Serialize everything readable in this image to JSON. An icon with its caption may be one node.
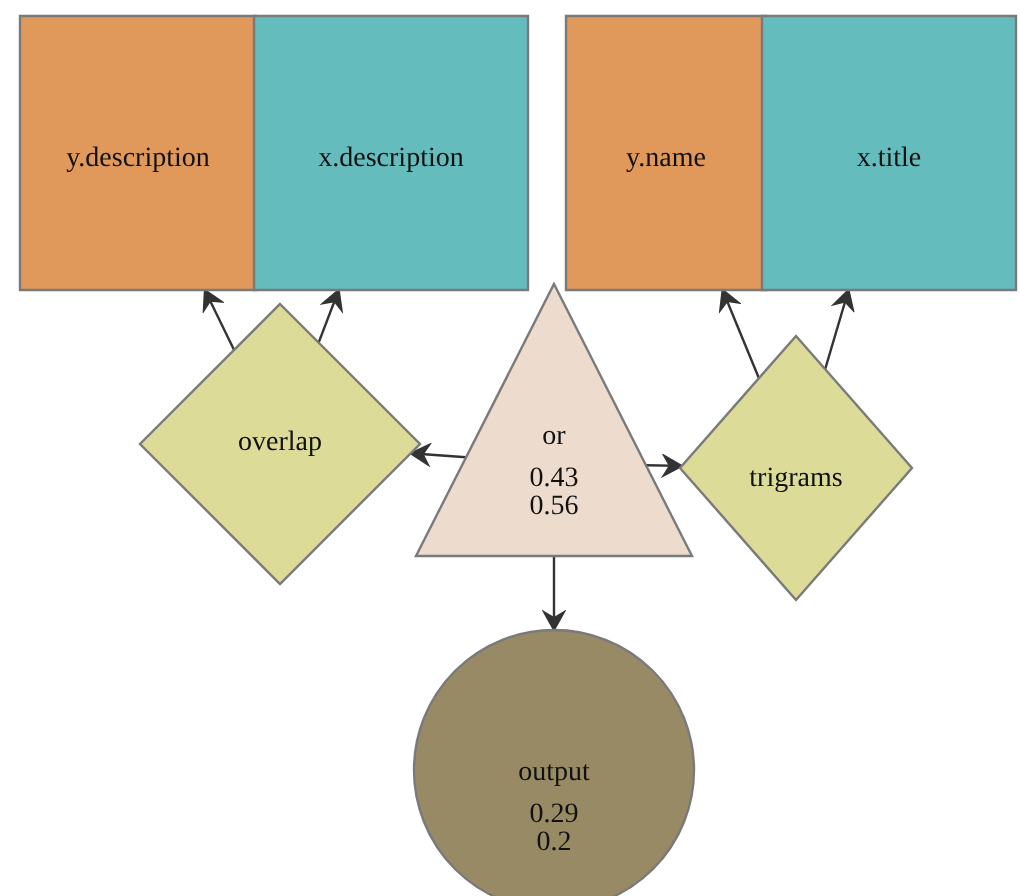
{
  "diagram": {
    "nodes": [
      {
        "text": [
          "y.description"
        ]
      },
      {
        "text": [
          "x.description"
        ]
      },
      {
        "text": [
          "y.name"
        ]
      },
      {
        "text": [
          "x.title"
        ]
      },
      {
        "text": [
          "overlap"
        ]
      },
      {
        "text": [
          "or",
          "0.43",
          "0.56"
        ]
      },
      {
        "text": [
          "trigrams"
        ]
      },
      {
        "text": [
          "output",
          "0.29",
          "0.2"
        ]
      }
    ],
    "edges": [
      {
        "from": 4,
        "to": 0,
        "arrow": "to"
      },
      {
        "from": 4,
        "to": 1,
        "arrow": "to"
      },
      {
        "from": 5,
        "to": 4,
        "arrow": "to"
      },
      {
        "from": 5,
        "to": 6,
        "arrow": "to"
      },
      {
        "from": 6,
        "to": 2,
        "arrow": "to"
      },
      {
        "from": 6,
        "to": 3,
        "arrow": "to"
      },
      {
        "from": 5,
        "to": 7,
        "arrow": "to"
      }
    ]
  }
}
